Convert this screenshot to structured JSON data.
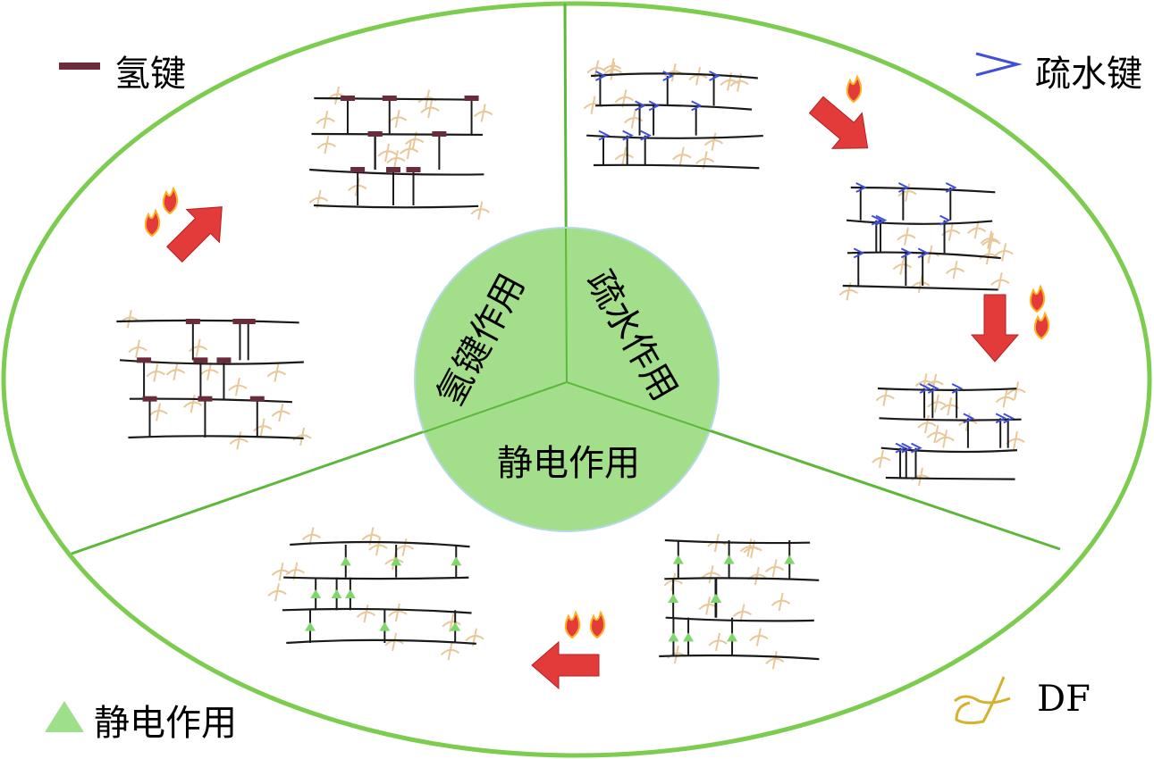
{
  "colors": {
    "ring": "#7ccc4f",
    "circle_fill": "#a3de8a",
    "circle_stroke": "#b5d9e6",
    "hbond": "#6a2c3a",
    "hydrophobic": "#3f4fd6",
    "electro": "#7fd66a",
    "fiber": "#e8c89a",
    "chain": "#1a1a1a",
    "arrow": "#e33a3a"
  },
  "legend": {
    "hbond": "氢键",
    "hydrophobic": "疏水键",
    "electrostatic": "静电作用",
    "df": "DF"
  },
  "center": {
    "hbond": "氢键作用",
    "hydrophobic": "疏水作用",
    "electrostatic": "静电作用"
  }
}
